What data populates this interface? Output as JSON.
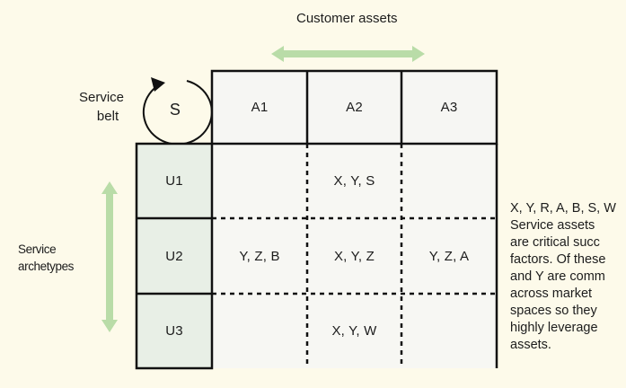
{
  "top_label": "Customer assets",
  "left_label_line1": "Service",
  "left_label_line2": "archetypes",
  "belt_label_line1": "Service",
  "belt_label_line2": "belt",
  "corner_cell": "S",
  "columns": [
    "A1",
    "A2",
    "A3"
  ],
  "rows": [
    {
      "label": "U1",
      "cells": [
        "",
        "X, Y, S",
        ""
      ]
    },
    {
      "label": "U2",
      "cells": [
        "Y, Z, B",
        "X, Y, Z",
        "Y, Z, A"
      ]
    },
    {
      "label": "U3",
      "cells": [
        "",
        "X, Y, W",
        ""
      ]
    }
  ],
  "side_note_lines": [
    "X, Y, R, A, B, S, W",
    "Service assets",
    "are critical succ",
    "factors. Of these",
    "and Y are comm",
    "across market",
    "spaces so they",
    "highly leverage",
    "assets."
  ],
  "colors": {
    "background": "#fdfaea",
    "arrow": "#b9dca8",
    "grid_line": "#111111",
    "row_header": "#e8efe6",
    "col_header": "#f6f6f3"
  }
}
